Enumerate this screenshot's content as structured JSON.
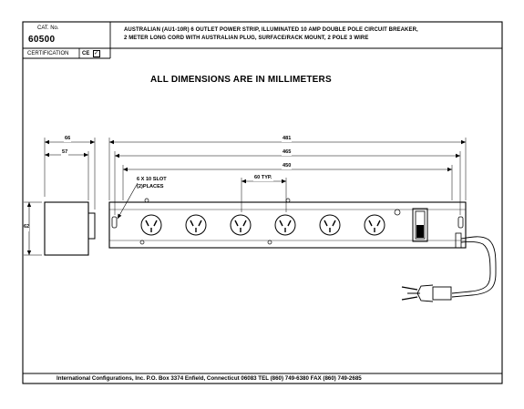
{
  "title_block": {
    "cat_no_label": "CAT. No.",
    "cat_no": "60500",
    "description_line1": "AUSTRALIAN (AU1-10R) 6 OUTLET POWER STRIP, ILLUMINATED 10 AMP DOUBLE POLE CIRCUIT BREAKER,",
    "description_line2": "2 METER LONG CORD WITH AUSTRALIAN PLUG, SURFACE/RACK MOUNT, 2 POLE 3 WIRE",
    "certification_label": "CERTIFICATION",
    "certification_mark": "CE"
  },
  "drawing": {
    "heading": "ALL DIMENSIONS ARE IN MILLIMETERS",
    "dims": {
      "side_overall": "66",
      "side_body": "57",
      "height": "62",
      "overall_length": "481",
      "mount_length": "465",
      "body_length": "450",
      "outlet_spacing": "60 TYP.",
      "slot_line1": "6 X 10 SLOT",
      "slot_line2": "(2)PLACES"
    },
    "outlet_count": 6
  },
  "footer": {
    "text": "International Configurations, Inc.  P.O. Box 3374  Enfield, Connecticut 06083 TEL (860) 749-6380  FAX (860) 749-2685"
  }
}
